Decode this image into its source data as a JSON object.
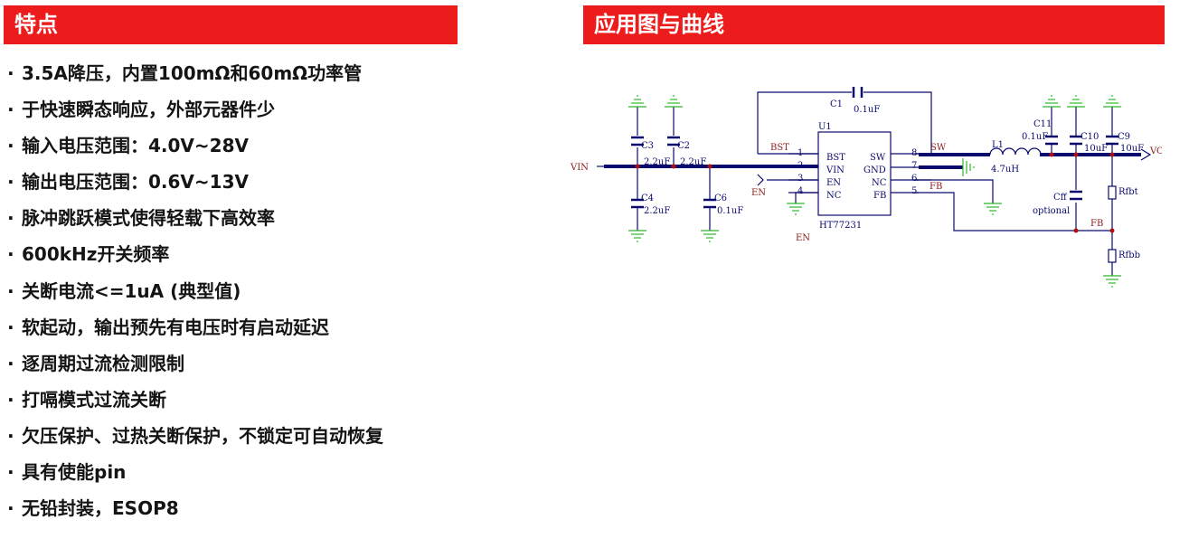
{
  "left_section": {
    "title": "特点",
    "features": [
      "3.5A降压，内置100mΩ和60mΩ功率管",
      "于快速瞬态响应，外部元器件少",
      "输入电压范围：4.0V~28V",
      "输出电压范围：0.6V~13V",
      "脉冲跳跃模式使得轻载下高效率",
      "600kHz开关频率",
      "关断电流<=1uA (典型值)",
      "软起动，输出预先有电压时有启动延迟",
      "逐周期过流检测限制",
      "打嗝模式过流关断",
      "欠压保护、过热关断保护，不锁定可自动恢复",
      "具有使能pin",
      "无铅封装，ESOP8"
    ],
    "bullet": "·"
  },
  "right_section": {
    "title": "应用图与曲线",
    "schematic": {
      "labels": {
        "vin": "VIN",
        "vout": "VOUT",
        "en_left": "EN",
        "en_bottom": "EN",
        "bst_net": "BST",
        "sw_net": "SW",
        "fb_net": "FB",
        "fb_node": "FB",
        "u1": "U1",
        "chip": "HT77231",
        "c1": "C1",
        "c1_val": "0.1uF",
        "c3": "C3",
        "c3_val": "2.2uF",
        "c2": "C2",
        "c2_val": "2.2uF",
        "c4": "C4",
        "c4_val": "2.2uF",
        "c6": "C6",
        "c6_val": "0.1uF",
        "l1": "L1",
        "l1_val": "4.7uH",
        "c11": "C11",
        "c11_val": "0.1uF",
        "c10": "C10",
        "c10_val": "10uF",
        "c9": "C9",
        "c9_val": "10uF",
        "cff": "Cff",
        "cff_val": "optional",
        "rfbt": "Rfbt",
        "rfbb": "Rfbb"
      },
      "pins_left": [
        {
          "num": "1",
          "name": "BST"
        },
        {
          "num": "2",
          "name": "VIN"
        },
        {
          "num": "3",
          "name": "EN"
        },
        {
          "num": "4",
          "name": "NC"
        }
      ],
      "pins_right": [
        {
          "num": "8",
          "name": "SW"
        },
        {
          "num": "7",
          "name": "GND"
        },
        {
          "num": "6",
          "name": "NC"
        },
        {
          "num": "5",
          "name": "FB"
        }
      ]
    }
  },
  "colors": {
    "header_bg": "#ec1c1c",
    "header_text": "#ffffff",
    "wire": "#0a0a6e",
    "net_label": "#8b1a1a",
    "ground": "#2fb82f",
    "junction": "#b01010"
  }
}
